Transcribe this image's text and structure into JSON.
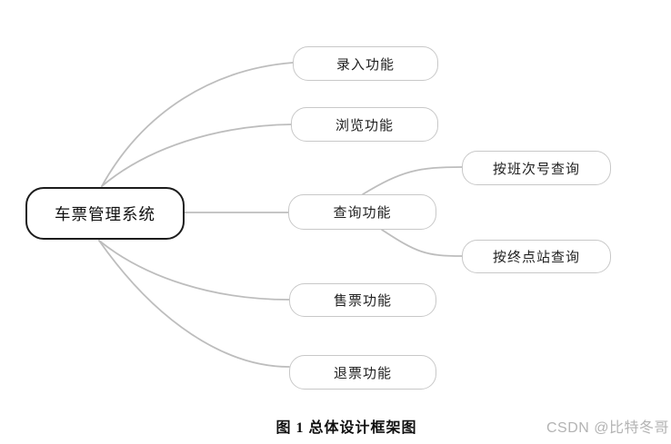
{
  "figure": {
    "caption": "图 1 总体设计框架图",
    "watermark": "CSDN @比特冬哥"
  },
  "diagram": {
    "root": {
      "label": "车票管理系统"
    },
    "branches": [
      {
        "label": "录入功能"
      },
      {
        "label": "浏览功能"
      },
      {
        "label": "查询功能",
        "children": [
          {
            "label": "按班次号查询"
          },
          {
            "label": "按终点站查询"
          }
        ]
      },
      {
        "label": "售票功能"
      },
      {
        "label": "退票功能"
      }
    ]
  },
  "colors": {
    "background": "#ffffff",
    "root_border": "#1c1c1c",
    "branch_border": "#c8c8c8",
    "connector": "#bdbdbd",
    "text": "#222222",
    "caption_text": "#101010",
    "watermark_text": "#b3b3b3"
  }
}
